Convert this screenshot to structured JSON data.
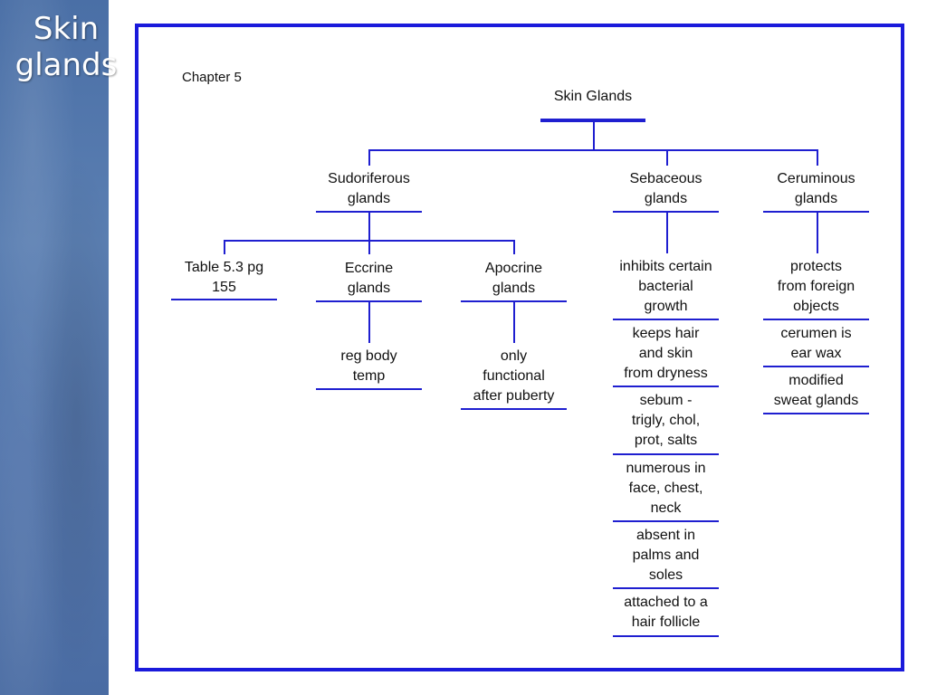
{
  "slide": {
    "title_line1": "Skin",
    "title_line2": "glands"
  },
  "diagram": {
    "chapter_label": "Chapter 5",
    "root": "Skin Glands",
    "branches": {
      "sudoriferous": {
        "label_line1": "Sudoriferous",
        "label_line2": "glands",
        "children": {
          "table_ref": {
            "line1": "Table 5.3 pg",
            "line2": "155"
          },
          "eccrine": {
            "line1": "Eccrine",
            "line2": "glands",
            "details": {
              "line1": "reg body",
              "line2": "temp"
            }
          },
          "apocrine": {
            "line1": "Apocrine",
            "line2": "glands",
            "details": {
              "line1": "only",
              "line2": "functional",
              "line3": "after puberty"
            }
          }
        }
      },
      "sebaceous": {
        "label_line1": "Sebaceous",
        "label_line2": "glands",
        "facts": [
          {
            "line1": "inhibits certain",
            "line2": "bacterial",
            "line3": "growth"
          },
          {
            "line1": "keeps hair",
            "line2": "and skin",
            "line3": "from dryness"
          },
          {
            "line1": "sebum -",
            "line2": "trigly, chol,",
            "line3": "prot, salts"
          },
          {
            "line1": "numerous in",
            "line2": "face, chest,",
            "line3": "neck"
          },
          {
            "line1": "absent in",
            "line2": "palms and",
            "line3": "soles"
          },
          {
            "line1": "attached to a",
            "line2": "hair follicle"
          }
        ]
      },
      "ceruminous": {
        "label_line1": "Ceruminous",
        "label_line2": "glands",
        "facts": [
          {
            "line1": "protects",
            "line2": "from foreign",
            "line3": "objects"
          },
          {
            "line1": "cerumen is",
            "line2": "ear wax"
          },
          {
            "line1": "modified",
            "line2": "sweat glands"
          }
        ]
      }
    }
  }
}
